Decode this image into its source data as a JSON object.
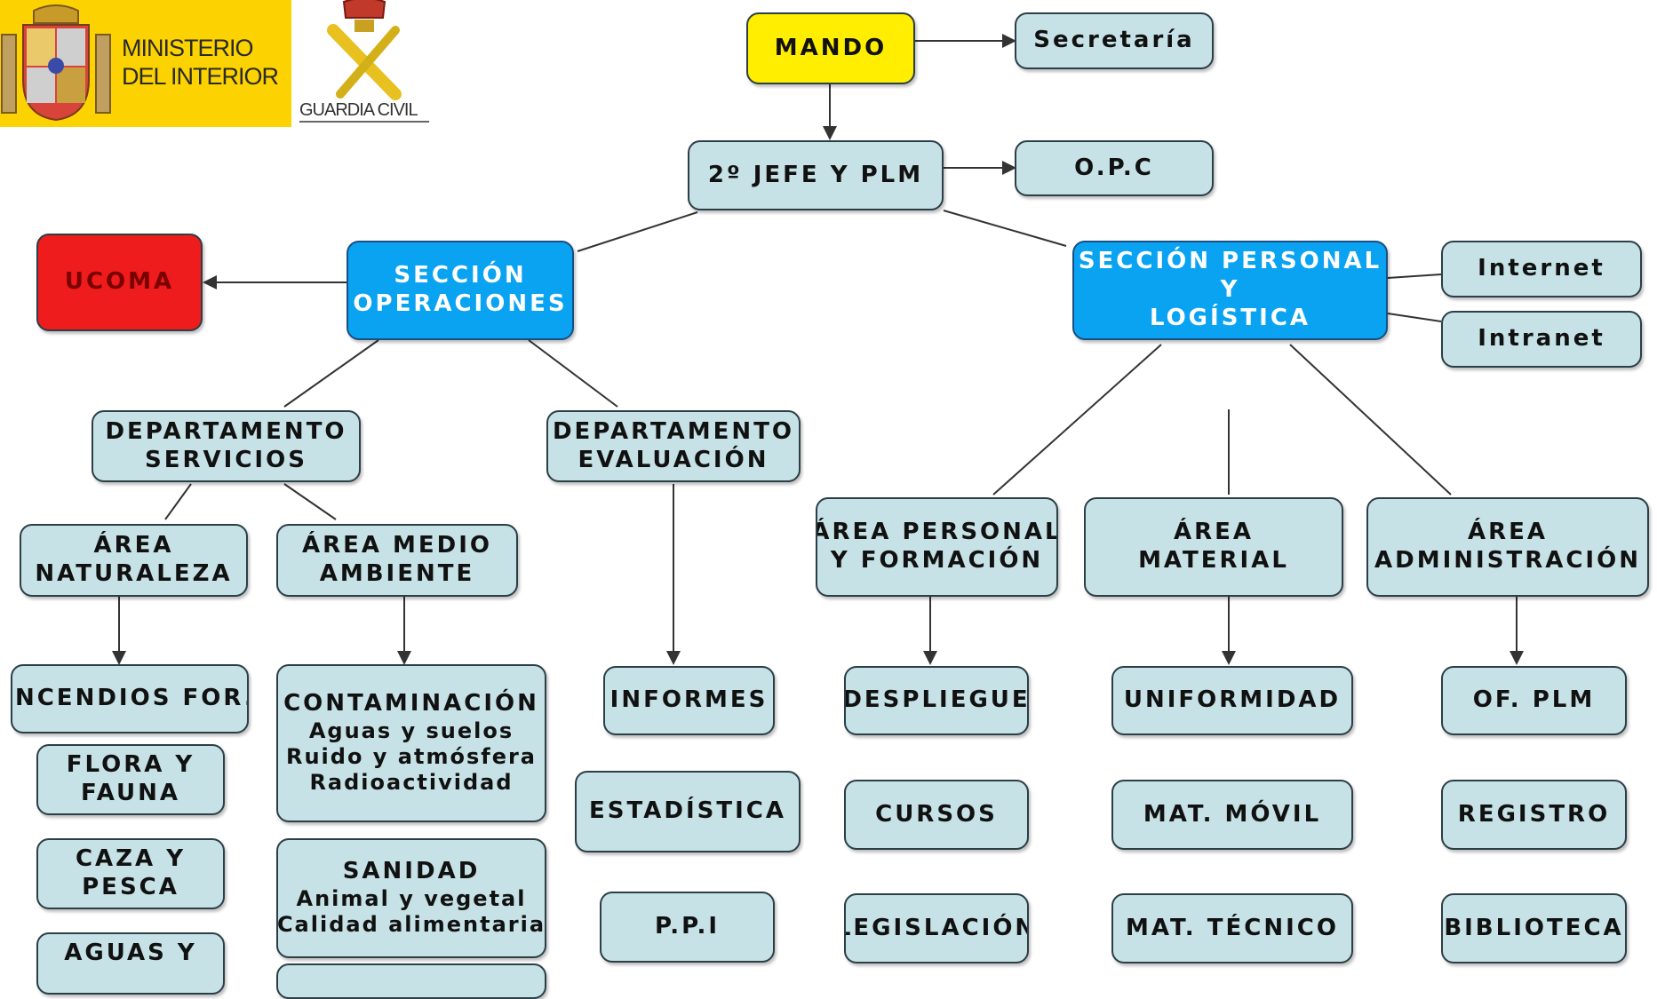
{
  "header": {
    "ministerio_line1": "MINISTERIO",
    "ministerio_line2": "DEL INTERIOR",
    "guardia_civil": "GUARDIA CIVIL"
  },
  "colors": {
    "node_fill": "#c6e2e6",
    "mando_fill": "#ffee00",
    "ucoma_fill": "#ee1c1c",
    "seccion_fill": "#0aa3f2",
    "logo_background": "#fcd200"
  },
  "nodes": {
    "mando": "MANDO",
    "secretaria": "Secretaría",
    "segundo_jefe": "2º JEFE Y PLM",
    "opc": "O.P.C",
    "ucoma": "UCOMA",
    "seccion_operaciones": {
      "line1": "SECCIÓN",
      "line2": "OPERACIONES"
    },
    "seccion_personal": {
      "line1": "SECCIÓN PERSONAL",
      "line2": "Y",
      "line3": "LOGÍSTICA"
    },
    "internet": "Internet",
    "intranet": "Intranet",
    "dep_servicios": {
      "line1": "DEPARTAMENTO",
      "line2": "SERVICIOS"
    },
    "dep_evaluacion": {
      "line1": "DEPARTAMENTO",
      "line2": "EVALUACIÓN"
    },
    "area_naturaleza": {
      "line1": "ÁREA",
      "line2": "NATURALEZA"
    },
    "area_medio_ambiente": {
      "line1": "ÁREA MEDIO",
      "line2": "AMBIENTE"
    },
    "area_personal": {
      "line1": "ÁREA PERSONAL",
      "line2": "Y FORMACIÓN"
    },
    "area_material": {
      "line1": "ÁREA",
      "line2": "MATERIAL"
    },
    "area_administracion": {
      "line1": "ÁREA",
      "line2": "ADMINISTRACIÓN"
    },
    "incendios": "INCENDIOS FOR.",
    "flora_fauna": {
      "line1": "FLORA Y",
      "line2": "FAUNA"
    },
    "caza_pesca": {
      "line1": "CAZA Y",
      "line2": "PESCA"
    },
    "aguas": "AGUAS Y",
    "contaminacion": {
      "title": "CONTAMINACIÓN",
      "item1": "Aguas y suelos",
      "item2": "Ruido y atmósfera",
      "item3": "Radioactividad"
    },
    "sanidad": {
      "title": "SANIDAD",
      "item1": "Animal y vegetal",
      "item2": "Calidad alimentaria"
    },
    "informes": "INFORMES",
    "estadistica": "ESTADÍSTICA",
    "ppi": "P.P.I",
    "despliegue": "DESPLIEGUE",
    "cursos": "CURSOS",
    "legislacion": "LEGISLACIÓN",
    "uniformidad": "UNIFORMIDAD",
    "mat_movil": "MAT. MÓVIL",
    "mat_tecnico": "MAT. TÉCNICO",
    "of_plm": "OF. PLM",
    "registro": "REGISTRO",
    "biblioteca": "BIBLIOTECA"
  }
}
